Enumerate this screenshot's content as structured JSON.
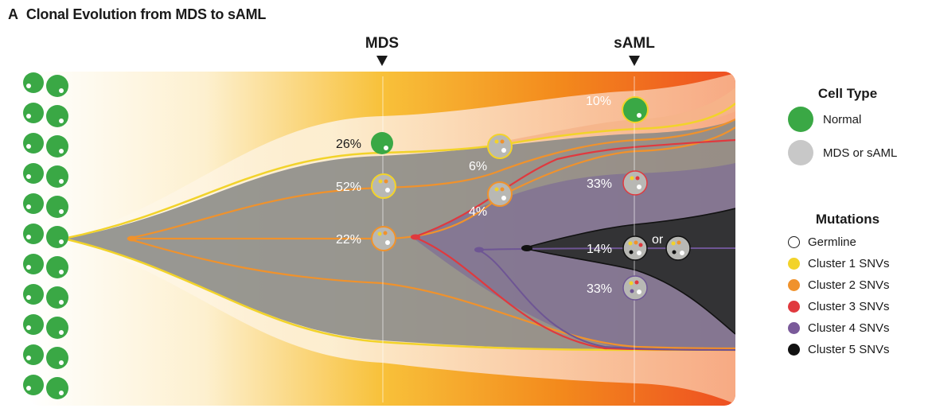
{
  "panel": {
    "letter": "A",
    "title": "Clonal Evolution from MDS to sAML"
  },
  "stages": {
    "mds": "MDS",
    "saml": "sAML"
  },
  "percentages": {
    "normal_mds": "26%",
    "clone_52": "52%",
    "clone_22": "22%",
    "sub_6": "6%",
    "sub_4": "4%",
    "normal_saml": "10%",
    "saml_33_top": "33%",
    "saml_14": "14%",
    "saml_or": "or",
    "saml_33_bottom": "33%"
  },
  "legend": {
    "cell_type": {
      "title": "Cell Type",
      "items": [
        {
          "label": "Normal",
          "color": "#3aa845"
        },
        {
          "label": "MDS or sAML",
          "color": "#c8c8c8"
        }
      ]
    },
    "mutations": {
      "title": "Mutations",
      "items": [
        {
          "label": "Germline",
          "color": "#ffffff"
        },
        {
          "label": "Cluster 1 SNVs",
          "color": "#f2d32a"
        },
        {
          "label": "Cluster 2 SNVs",
          "color": "#f0922c"
        },
        {
          "label": "Cluster 3 SNVs",
          "color": "#e0393e"
        },
        {
          "label": "Cluster 4 SNVs",
          "color": "#7a5a9a"
        },
        {
          "label": "Cluster 5 SNVs",
          "color": "#111111"
        }
      ]
    }
  }
}
